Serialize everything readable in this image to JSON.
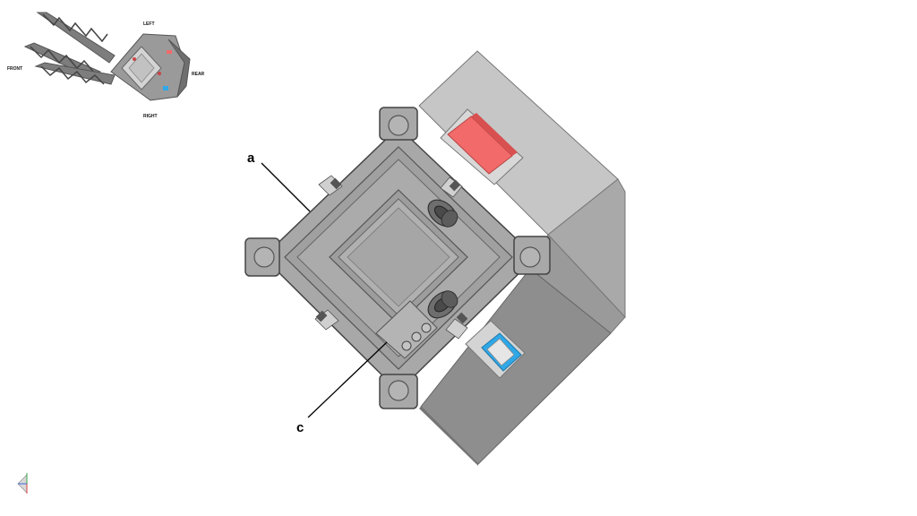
{
  "callouts": {
    "a": "a",
    "c": "c"
  },
  "orientation": {
    "left": "LEFT",
    "front": "FRONT",
    "rear": "REAR",
    "right": "RIGHT"
  },
  "colors": {
    "red_indicator": "#f26a6a",
    "blue_indicator": "#2fa8e8",
    "body_gray": "#a8a8a8",
    "housing_light": "#c6c6c6",
    "housing_dark": "#8e8e8e"
  },
  "icons": {
    "axis_triad": "axis-triad-icon"
  }
}
